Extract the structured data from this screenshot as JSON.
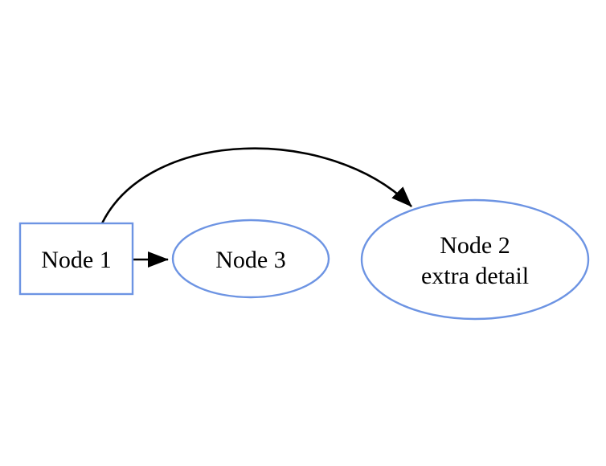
{
  "diagram": {
    "title": "node-link-diagram",
    "background": "#ffffff",
    "colors": {
      "node_stroke": "#6d94e3",
      "node_fill": "#ffffff",
      "edge_stroke": "#000000",
      "text": "#000000"
    },
    "nodes": {
      "node1": {
        "shape": "rectangle",
        "label": "Node 1"
      },
      "node3": {
        "shape": "ellipse",
        "label": "Node 3"
      },
      "node2": {
        "shape": "ellipse",
        "label_line1": "Node 2",
        "label_line2": "extra detail"
      }
    },
    "edges": [
      {
        "from": "Node 1",
        "to": "Node 3",
        "style": "straight",
        "arrowhead": "filled-triangle"
      },
      {
        "from": "Node 1",
        "to": "Node 2",
        "style": "curved",
        "arrowhead": "filled-triangle"
      }
    ]
  }
}
